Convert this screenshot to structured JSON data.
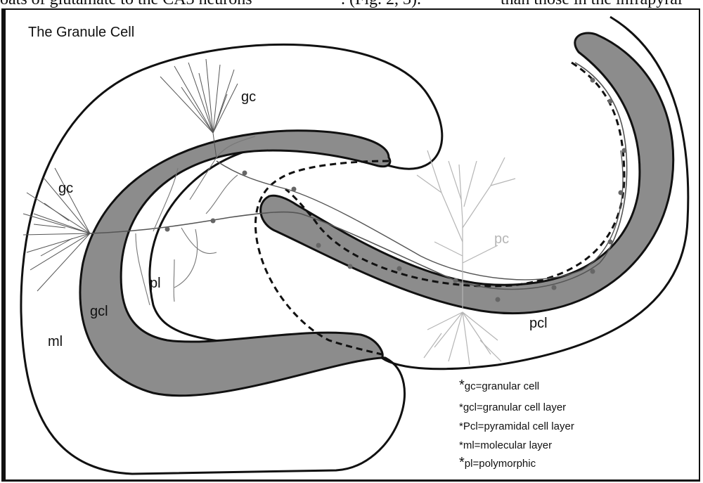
{
  "top_text": {
    "left": "oats of glutamate to the CA3 neurons",
    "middle": ". (Fig. 2, 3).",
    "right": "than those in the infrapyrai"
  },
  "figure": {
    "title": "The Granule Cell",
    "labels": {
      "gc_top": "gc",
      "gc_left": "gc",
      "pl": "pl",
      "gcl": "gcl",
      "ml": "ml",
      "pc": "pc",
      "pcl": "pcl"
    },
    "legend": [
      {
        "star": "*",
        "text": "gc=granular cell"
      },
      {
        "star": "*",
        "text": "gcl=granular cell layer"
      },
      {
        "star": "*",
        "text": "Pcl=pyramidal cell layer"
      },
      {
        "star": "*",
        "text": "ml=molecular layer"
      },
      {
        "star": "*",
        "text": "pl=polymorphic"
      }
    ],
    "colors": {
      "layer_fill": "#8c8c8c",
      "outline": "#111111",
      "pyramidal_cell": "#b5b5b5"
    }
  }
}
